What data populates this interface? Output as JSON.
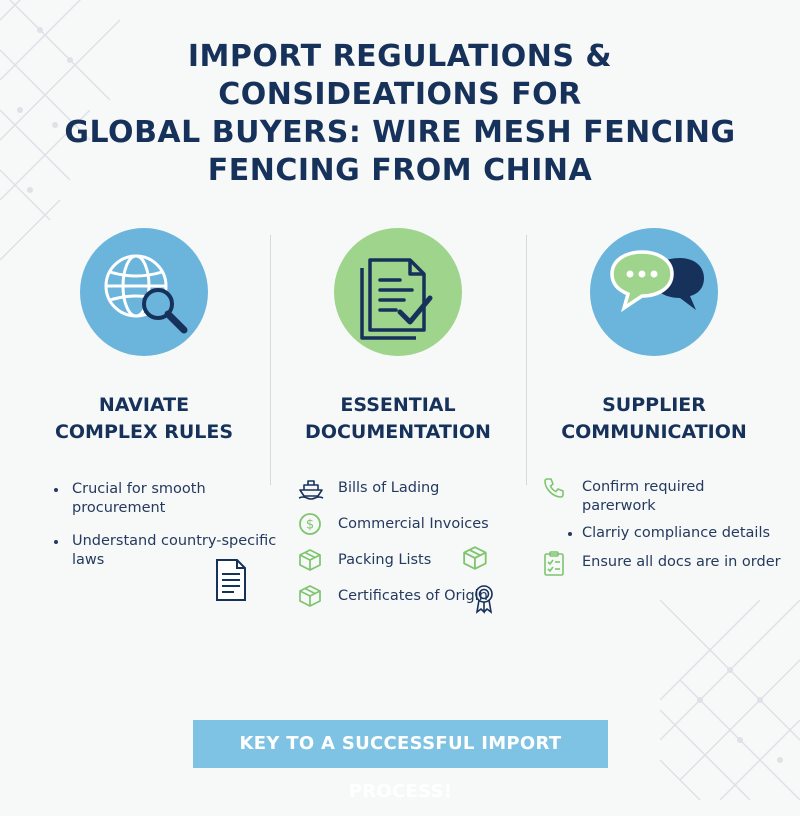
{
  "title": {
    "line1": "IMPORT REGULATIONS & CONSIDEATIONS FOR",
    "line2": "GLOBAL BUYERS: WIRE MESH FENCING",
    "line3": "FENCING FROM CHINA"
  },
  "colors": {
    "navy": "#17325a",
    "circle_blue": "#6bb5dc",
    "circle_green": "#9ed48c",
    "banner": "#7ec3e4",
    "icon_green": "#7fc56f"
  },
  "columns": [
    {
      "icon": "globe-search-icon",
      "heading_line1": "NAVIATE",
      "heading_line2": "COMPLEX RULES",
      "items": [
        {
          "text": "Crucial for smooth procurement"
        },
        {
          "text": "Understand country-specific laws"
        }
      ],
      "extra_icon": "document-icon"
    },
    {
      "icon": "documents-check-icon",
      "heading_line1": "ESSENTIAL",
      "heading_line2": "DOCUMENTATION",
      "items": [
        {
          "icon": "ship-icon",
          "text": "Bills of Lading"
        },
        {
          "icon": "dollar-icon",
          "text": "Commercial Invoices"
        },
        {
          "icon": "box-icon",
          "text": "Packing Lists"
        },
        {
          "icon": "box-icon",
          "text": "Certificates of Origin"
        }
      ],
      "extra_icons": [
        "box-icon",
        "award-seal-icon"
      ]
    },
    {
      "icon": "chat-bubbles-icon",
      "heading_line1": "SUPPLIER",
      "heading_line2": "COMMUNICATION",
      "items": [
        {
          "icon": "phone-icon",
          "text": "Confirm required parerwork"
        },
        {
          "icon": "bullet",
          "text": "Clarriy compliance details"
        },
        {
          "icon": "checklist-icon",
          "text": "Ensure all docs are in order"
        }
      ]
    }
  ],
  "banner": {
    "text": "KEY TO A SUCCESSFUL IMPORT PROCESS!"
  }
}
